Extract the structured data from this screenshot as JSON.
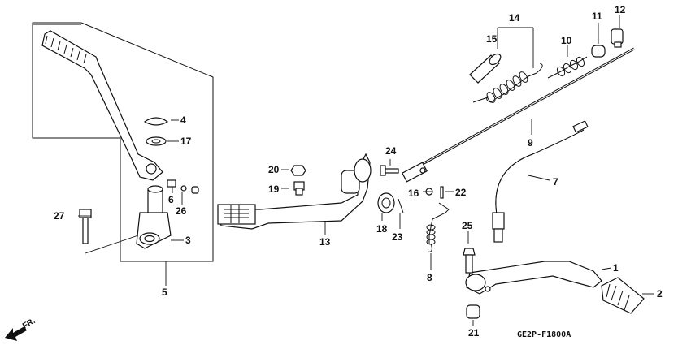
{
  "diagram_code": "GE2P-F1800A",
  "direction_label": "FR.",
  "callouts": [
    "1",
    "2",
    "3",
    "4",
    "5",
    "6",
    "7",
    "8",
    "9",
    "10",
    "11",
    "12",
    "13",
    "14",
    "15",
    "16",
    "17",
    "19",
    "20",
    "21",
    "22",
    "23",
    "24",
    "25",
    "26",
    "27",
    "18"
  ]
}
